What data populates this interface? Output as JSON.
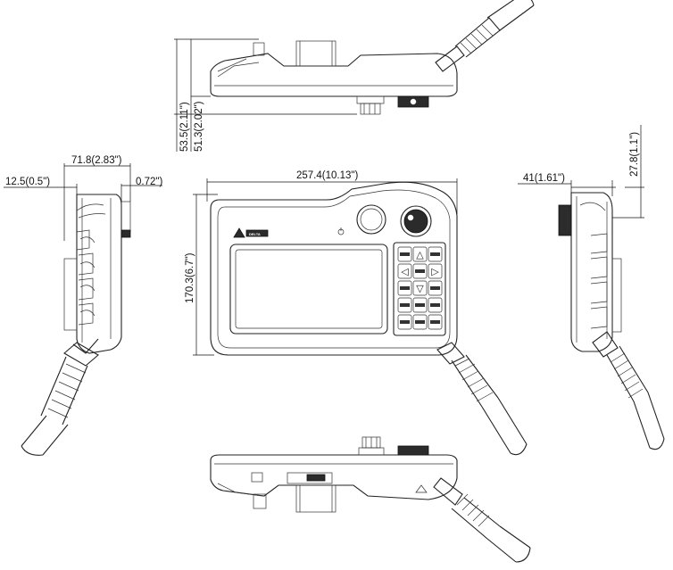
{
  "brand": {
    "logo_text": "DELTA"
  },
  "dimensions": {
    "top_height_outer": "53.5(2.11\")",
    "top_height_inner": "51.3(2.02\")",
    "left_depth": "71.8(2.83\")",
    "left_offset": "12.5(0.5\")",
    "left_knob": "0.72\")",
    "front_width": "257.4(10.13\")",
    "front_height": "170.3(6.7\")",
    "right_depth": "41(1.61\")",
    "right_knob": "27.8(1.1\")"
  },
  "keypad": {
    "rows": [
      [
        "",
        "△",
        ""
      ],
      [
        "◁",
        "",
        "▷"
      ],
      [
        "",
        "▽",
        ""
      ],
      [
        "",
        "",
        ""
      ],
      [
        "",
        "",
        ""
      ]
    ]
  }
}
